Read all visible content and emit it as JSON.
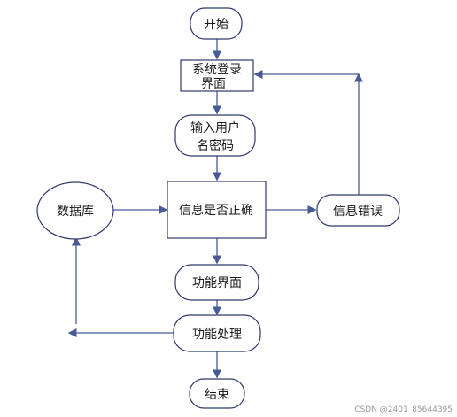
{
  "nodes": {
    "start": "开始",
    "login_line1": "系统登录",
    "login_line2": "界面",
    "input_line1": "输入用户",
    "input_line2": "名密码",
    "check": "信息是否正确",
    "database": "数据库",
    "error": "信息错误",
    "function_ui": "功能界面",
    "function_process": "功能处理",
    "end": "结束"
  },
  "watermark": "CSDN @2401_85644395"
}
